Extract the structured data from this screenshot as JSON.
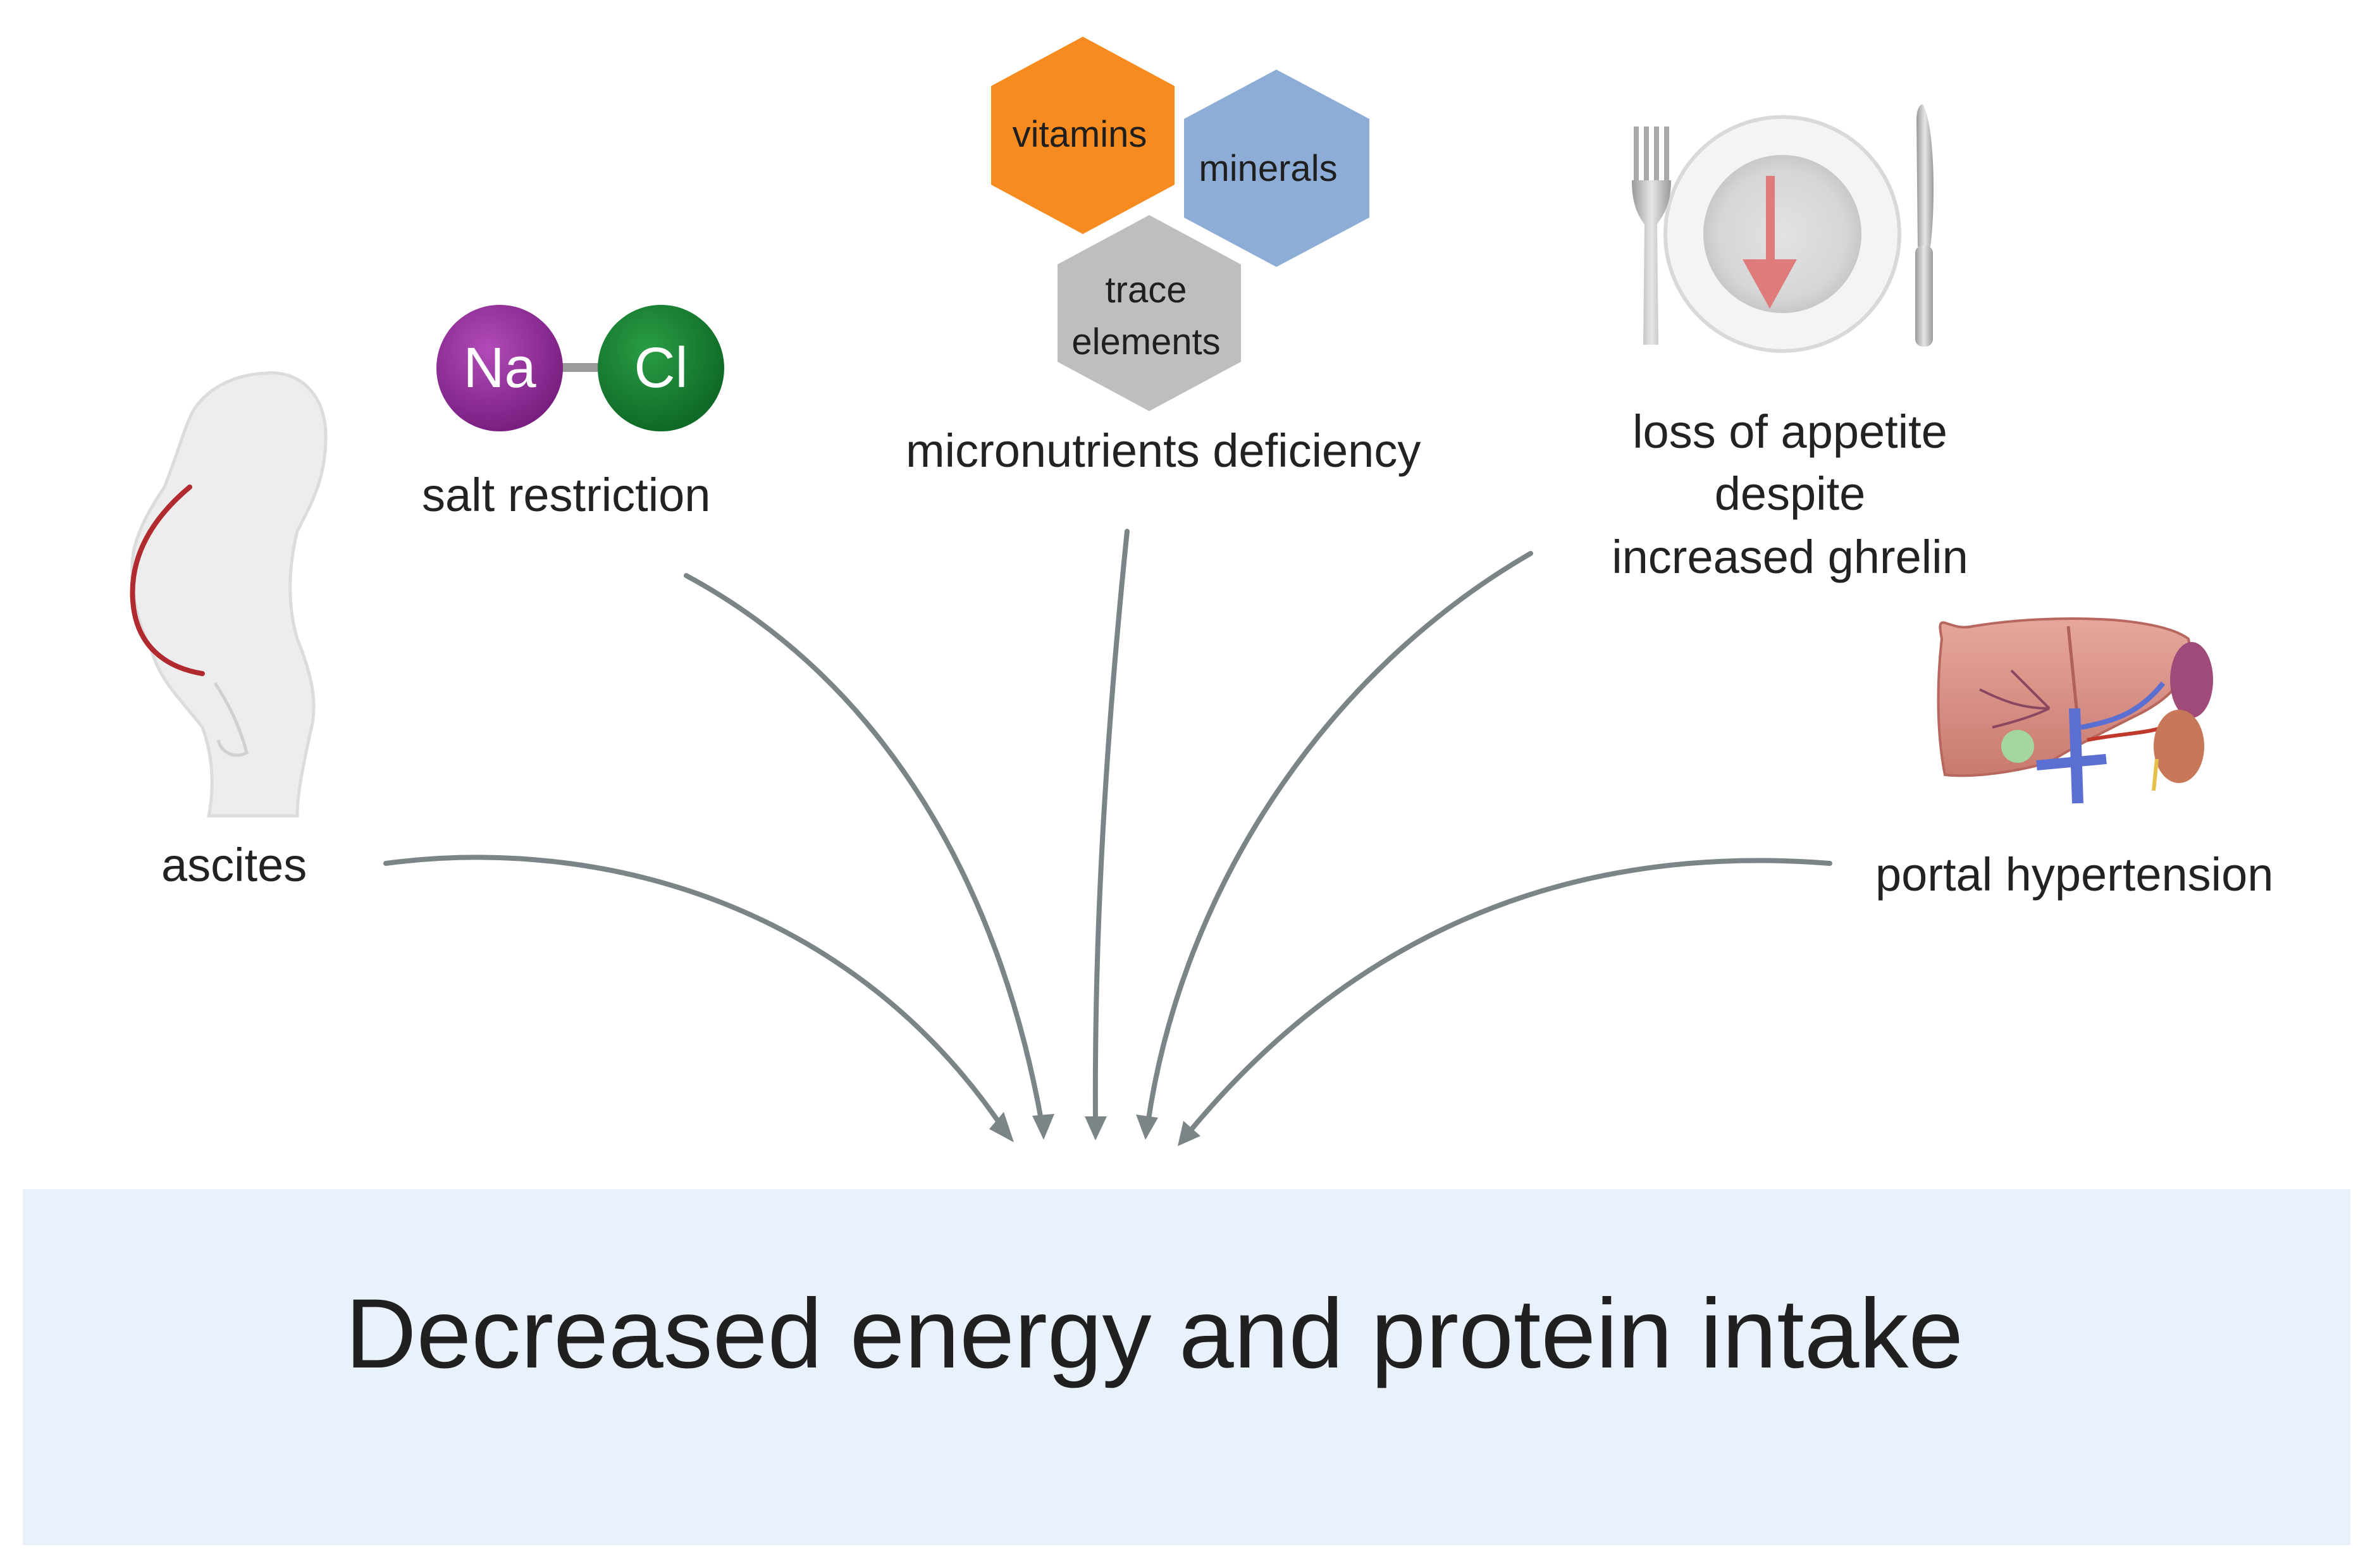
{
  "factors": {
    "ascites": "ascites",
    "salt_restriction": "salt restriction",
    "micronutrients": "micronutrients deficiency",
    "appetite_line1": "loss of appetite",
    "appetite_line2": "despite",
    "appetite_line3": "increased ghrelin",
    "portal_hypertension": "portal hypertension"
  },
  "salt_atoms": {
    "sodium": "Na",
    "chloride": "Cl"
  },
  "micronutrient_hexagons": {
    "vitamins": "vitamins",
    "minerals": "minerals",
    "trace_line1": "trace",
    "trace_line2": "elements"
  },
  "outcome": "Decreased energy and protein intake",
  "colors": {
    "arrow": "#7b8588",
    "outcome_background": "#e9f2fc",
    "vitamins_hex": "#f68b1f",
    "minerals_hex": "#8dadd6",
    "trace_hex": "#bebebe",
    "sodium_atom": "#8e2a96",
    "chloride_atom": "#137a2e",
    "ascites_outline": "#b02a30",
    "down_arrow": "#e07b7b"
  }
}
